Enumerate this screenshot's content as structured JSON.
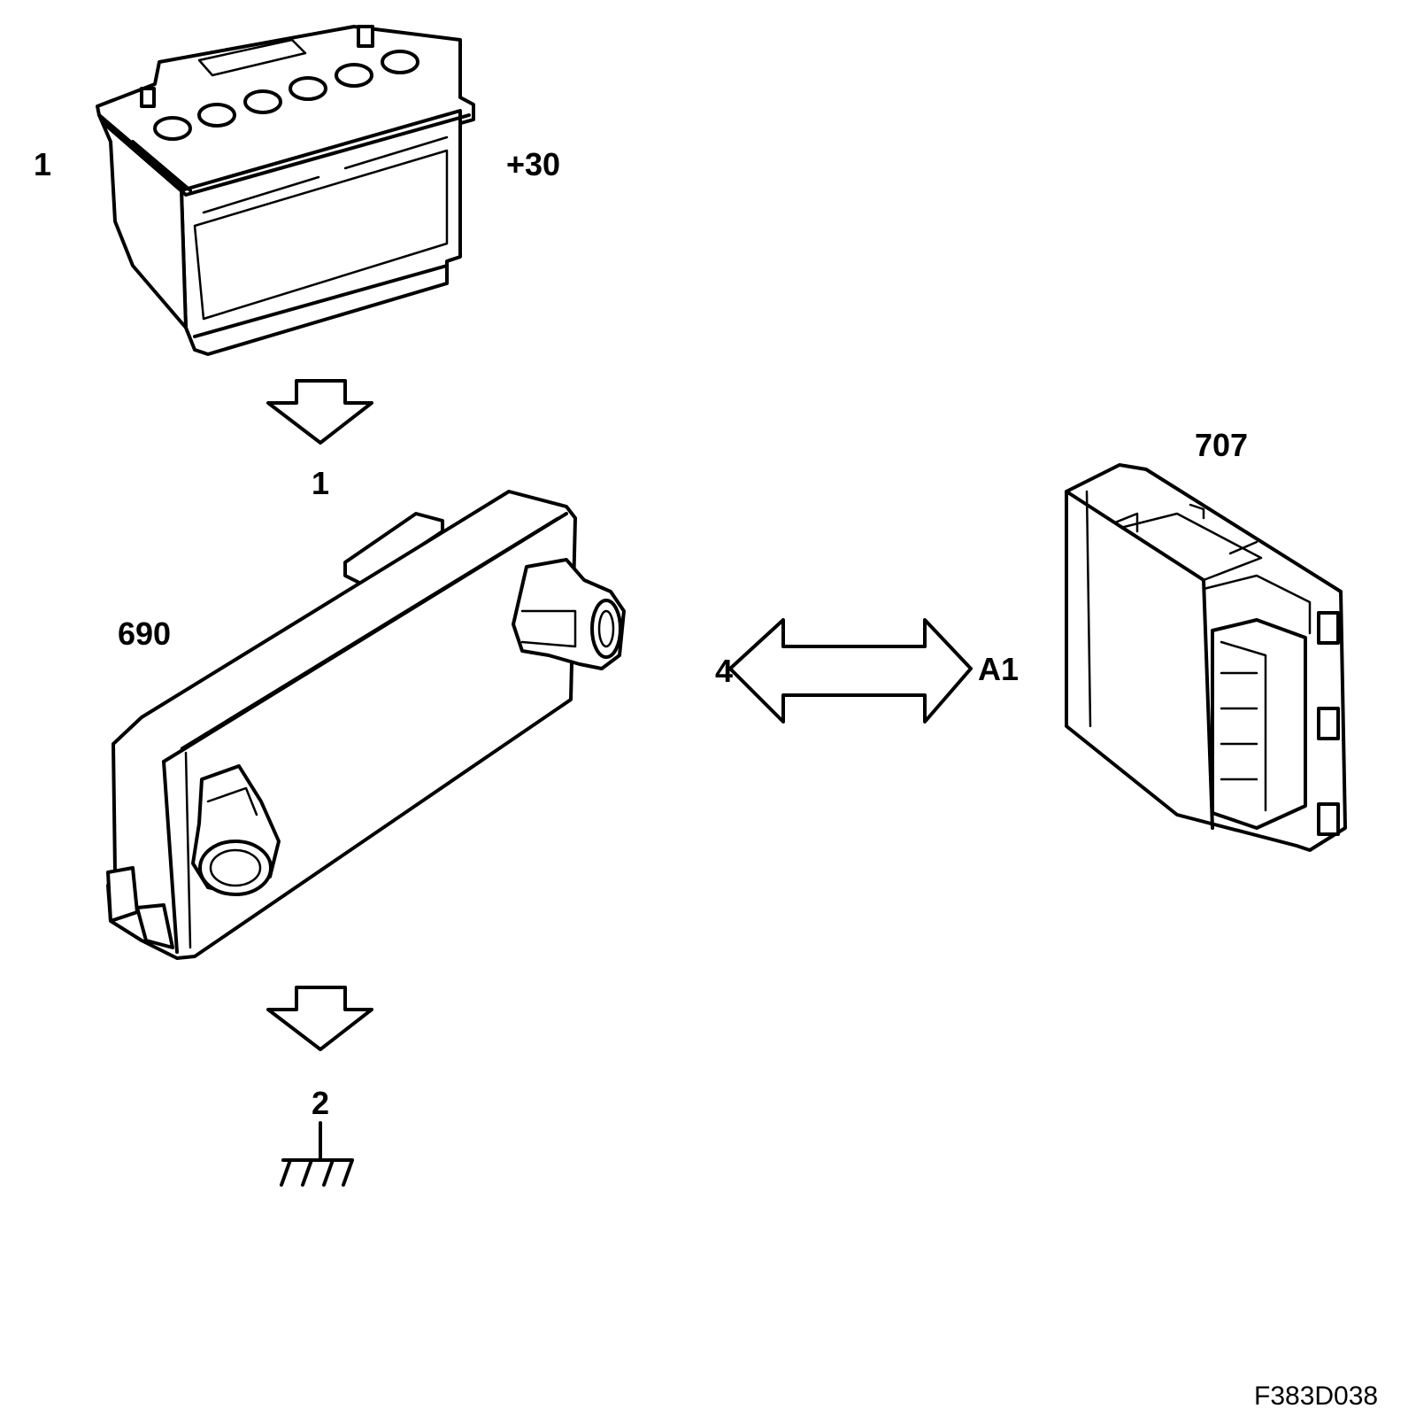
{
  "labels": {
    "battery_pin": "1",
    "battery_terminal": "+30",
    "module_690": "690",
    "feed_pin": "1",
    "ground_pin": "2",
    "link_left": "4",
    "link_right": "A1",
    "module_707": "707",
    "figure_code": "F383D038"
  },
  "icons": {
    "battery": "battery-icon",
    "module_690": "control-module-icon",
    "module_707": "control-unit-icon",
    "power_arrow": "arrow-down-icon",
    "ground_arrow": "arrow-down-icon",
    "ground": "ground-symbol-icon",
    "link": "double-arrow-icon"
  }
}
